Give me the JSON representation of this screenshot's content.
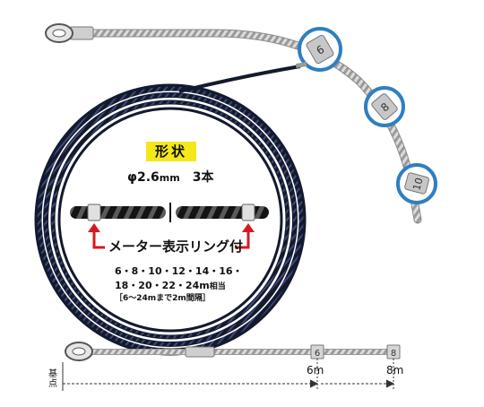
{
  "shape_badge": "形状",
  "spec": {
    "diameter": "φ2.6",
    "unit": "mm",
    "strands": "3本"
  },
  "ring_label": "メーター表示リング付",
  "sizes": {
    "line1": "6・8・10・12・14・16・",
    "line2": "18・20・22・24m",
    "line2_suffix": "相当",
    "line3": "［6〜24mまで2m間隔］"
  },
  "marker_numbers": {
    "first": "6",
    "second": "8"
  },
  "ruler": {
    "mark_6": "6m",
    "mark_8": "8m",
    "origin": "基点"
  },
  "colors": {
    "badge": "#f5e71a",
    "arrow_red": "#d7191f",
    "coil": "#1b2440",
    "bubble": "#2f7fc1"
  }
}
